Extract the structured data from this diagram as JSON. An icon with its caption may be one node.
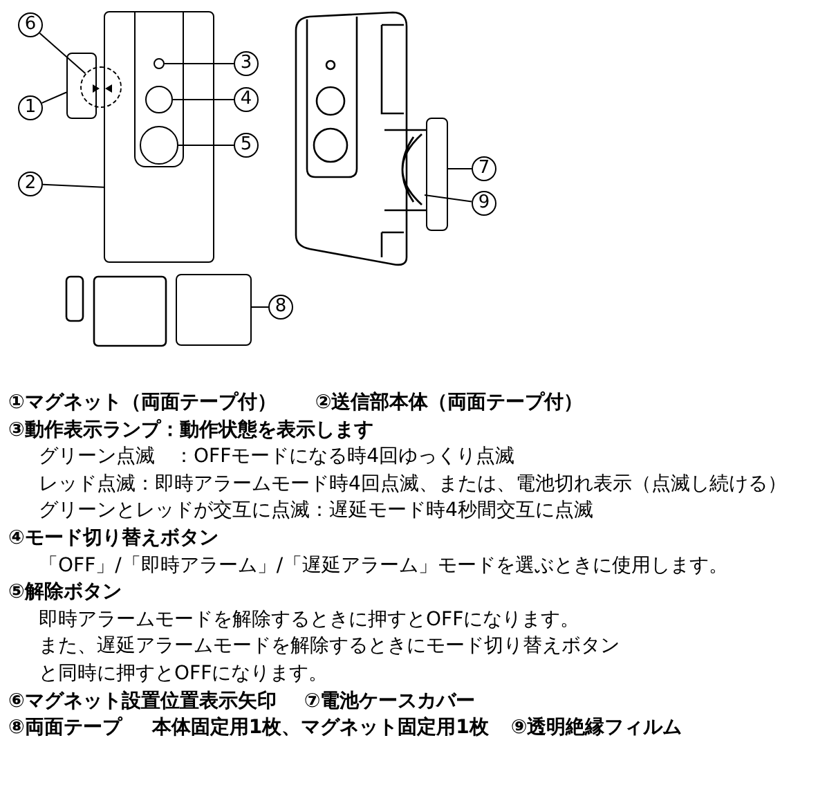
{
  "diagram": {
    "nodes": [
      {
        "text": [
          "6"
        ]
      },
      {
        "text": [],
        "shape": "circle"
      },
      {
        "text": [],
        "shape": "box"
      },
      {
        "text": [],
        "shape": "box"
      },
      {
        "text": [],
        "shape": "circle",
        "in": 3
      },
      {
        "text": [],
        "shape": "circle",
        "in": 3
      },
      {
        "text": [],
        "shape": "circle",
        "in": 3
      },
      {
        "text": [
          "3"
        ]
      },
      {
        "text": [
          "4"
        ]
      },
      {
        "text": [
          "1"
        ]
      },
      {
        "text": [
          "5"
        ]
      },
      {
        "text": [
          "2"
        ]
      },
      {
        "text": [],
        "shape": "box"
      },
      {
        "text": [],
        "shape": "arc"
      },
      {
        "text": [
          "7"
        ]
      },
      {
        "text": [
          "9"
        ]
      },
      {
        "text": [],
        "shape": "box"
      },
      {
        "text": [
          "8"
        ]
      }
    ],
    "edges": [
      {
        "from": 0,
        "to": 1,
        "arrow": "none"
      },
      {
        "from": 9,
        "to": 2,
        "arrow": "none"
      },
      {
        "from": 7,
        "to": 4,
        "arrow": "none"
      },
      {
        "from": 8,
        "to": 5,
        "arrow": "none"
      },
      {
        "from": 10,
        "to": 6,
        "arrow": "none"
      },
      {
        "from": 11,
        "to": 3,
        "arrow": "none"
      },
      {
        "from": 14,
        "to": 12,
        "arrow": "none"
      },
      {
        "from": 15,
        "to": 13,
        "arrow": "none"
      },
      {
        "from": 17,
        "to": 16,
        "arrow": "none"
      }
    ],
    "labels": [
      "①マグネット（両面テープ付）",
      "②送信部本体（両面テープ付）",
      "③動作表示ランプ：動作状態を表示します",
      "グリーン点滅　：OFFモードになる時4回ゆっくり点滅",
      "レッド点滅：即時アラームモード時4回点滅、または、電池切れ表示（点滅し続ける）",
      "グリーンとレッドが交互に点滅：遅延モード時4秒間交互に点滅",
      "④モード切り替えボタン",
      "「OFF」/「即時アラーム」/「遅延アラーム」モードを選ぶときに使用します。",
      "⑤解除ボタン",
      "即時アラームモードを解除するときに押すとOFFになります。",
      "また、遅延アラームモードを解除するときにモード切り替えボタンと同時に押すとOFFになります。",
      "⑥マグネット設置位置表示矢印",
      "⑦電池ケースカバー",
      "⑧両面テープ",
      "本体固定用1枚、マグネット固定用1枚",
      "⑨透明絶縁フィルム"
    ]
  }
}
